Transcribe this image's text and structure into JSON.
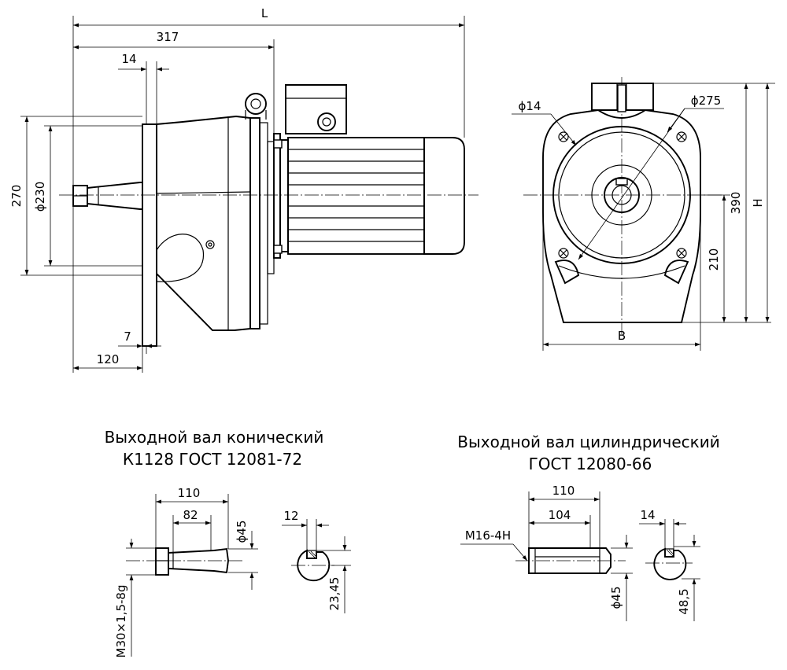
{
  "side_view": {
    "dim_L": "L",
    "dim_317": "317",
    "dim_14": "14",
    "dim_270": "270",
    "dim_230": "ϕ230",
    "dim_7": "7",
    "dim_120": "120"
  },
  "front_view": {
    "dim_d14": "ϕ14",
    "dim_d275": "ϕ275",
    "dim_390": "390",
    "dim_H": "H",
    "dim_210": "210",
    "dim_B": "B"
  },
  "conical_shaft": {
    "title_line1": "Выходной вал конический",
    "title_line2": "К1128 ГОСТ 12081-72",
    "dim_110": "110",
    "dim_82": "82",
    "dim_d45": "ϕ45",
    "dim_thread": "M30×1,5-8g",
    "dim_12": "12",
    "dim_23_45": "23,45"
  },
  "cylindrical_shaft": {
    "title_line1": "Выходной вал цилиндрический",
    "title_line2": "ГОСТ 12080-66",
    "dim_110": "110",
    "dim_104": "104",
    "dim_thread": "M16-4H",
    "dim_d45": "ϕ45",
    "dim_14": "14",
    "dim_48_5": "48,5"
  }
}
